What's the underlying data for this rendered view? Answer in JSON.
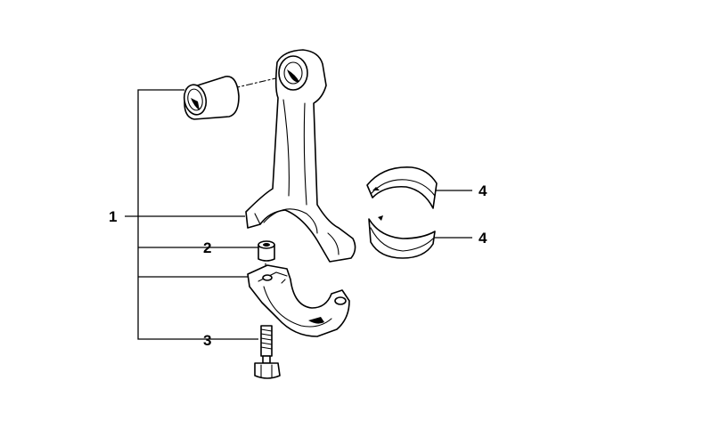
{
  "diagram": {
    "callouts": [
      {
        "label": "1"
      },
      {
        "label": "2"
      },
      {
        "label": "3"
      },
      {
        "label": "4"
      },
      {
        "label": "4"
      }
    ],
    "parts": [
      "connecting-rod",
      "small-end-bushing",
      "dowel-sleeve",
      "connecting-rod-bolt",
      "rod-cap",
      "bearing-shell-upper",
      "bearing-shell-lower"
    ]
  }
}
